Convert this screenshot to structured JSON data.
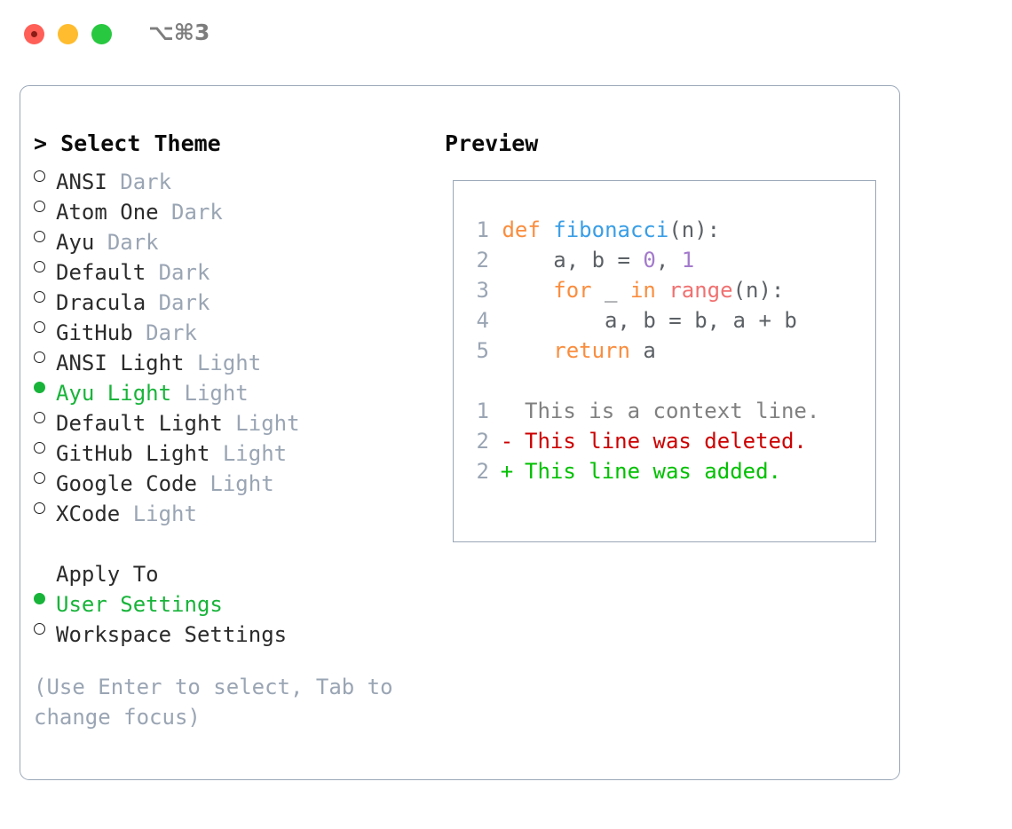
{
  "window": {
    "shortcut": "⌥⌘3",
    "traffic_lights": [
      "close-button",
      "minimize-button",
      "maximize-button"
    ]
  },
  "colors": {
    "accent_green": "#18b43a",
    "muted": "#9aa5b4",
    "border": "#9aa7b8",
    "keyword": "#fa8d3e",
    "function": "#399ee6",
    "call": "#f07171",
    "number": "#a37acc",
    "diff_add": "#00c000",
    "diff_del": "#cc0000",
    "diff_ctx": "#808080"
  },
  "theme_list": {
    "header": "> Select Theme",
    "items": [
      {
        "label": "ANSI",
        "variant": "Dark",
        "selected": false
      },
      {
        "label": "Atom One",
        "variant": "Dark",
        "selected": false
      },
      {
        "label": "Ayu",
        "variant": "Dark",
        "selected": false
      },
      {
        "label": "Default",
        "variant": "Dark",
        "selected": false
      },
      {
        "label": "Dracula",
        "variant": "Dark",
        "selected": false
      },
      {
        "label": "GitHub",
        "variant": "Dark",
        "selected": false
      },
      {
        "label": "ANSI Light",
        "variant": "Light",
        "selected": false
      },
      {
        "label": "Ayu Light",
        "variant": "Light",
        "selected": true
      },
      {
        "label": "Default Light",
        "variant": "Light",
        "selected": false
      },
      {
        "label": "GitHub Light",
        "variant": "Light",
        "selected": false
      },
      {
        "label": "Google Code",
        "variant": "Light",
        "selected": false
      },
      {
        "label": "XCode",
        "variant": "Light",
        "selected": false
      }
    ]
  },
  "apply_to": {
    "header": "Apply To",
    "items": [
      {
        "label": "User Settings",
        "selected": true
      },
      {
        "label": "Workspace Settings",
        "selected": false
      }
    ]
  },
  "hint": "(Use Enter to select, Tab to change focus)",
  "preview": {
    "title": "Preview",
    "code_lines": [
      {
        "num": "1",
        "tokens": [
          {
            "t": "def",
            "c": "kw"
          },
          {
            "t": " ",
            "c": "txt"
          },
          {
            "t": "fibonacci",
            "c": "fn"
          },
          {
            "t": "(n):",
            "c": "txt"
          }
        ]
      },
      {
        "num": "2",
        "tokens": [
          {
            "t": "    a, b = ",
            "c": "txt"
          },
          {
            "t": "0",
            "c": "num"
          },
          {
            "t": ", ",
            "c": "txt"
          },
          {
            "t": "1",
            "c": "num"
          }
        ]
      },
      {
        "num": "3",
        "tokens": [
          {
            "t": "    ",
            "c": "txt"
          },
          {
            "t": "for",
            "c": "kw"
          },
          {
            "t": " _ ",
            "c": "txt"
          },
          {
            "t": "in",
            "c": "kw"
          },
          {
            "t": " ",
            "c": "txt"
          },
          {
            "t": "range",
            "c": "call"
          },
          {
            "t": "(n):",
            "c": "txt"
          }
        ]
      },
      {
        "num": "4",
        "tokens": [
          {
            "t": "        a, b = b, a + b",
            "c": "txt"
          }
        ]
      },
      {
        "num": "5",
        "tokens": [
          {
            "t": "    ",
            "c": "txt"
          },
          {
            "t": "return",
            "c": "kw"
          },
          {
            "t": " a",
            "c": "txt"
          }
        ]
      }
    ],
    "diff_lines": [
      {
        "num": "1",
        "mark": "",
        "text": "This is a context line.",
        "kind": "ctx"
      },
      {
        "num": "2",
        "mark": "-",
        "text": "This line was deleted.",
        "kind": "del"
      },
      {
        "num": "2",
        "mark": "+",
        "text": "This line was added.",
        "kind": "add"
      }
    ]
  }
}
